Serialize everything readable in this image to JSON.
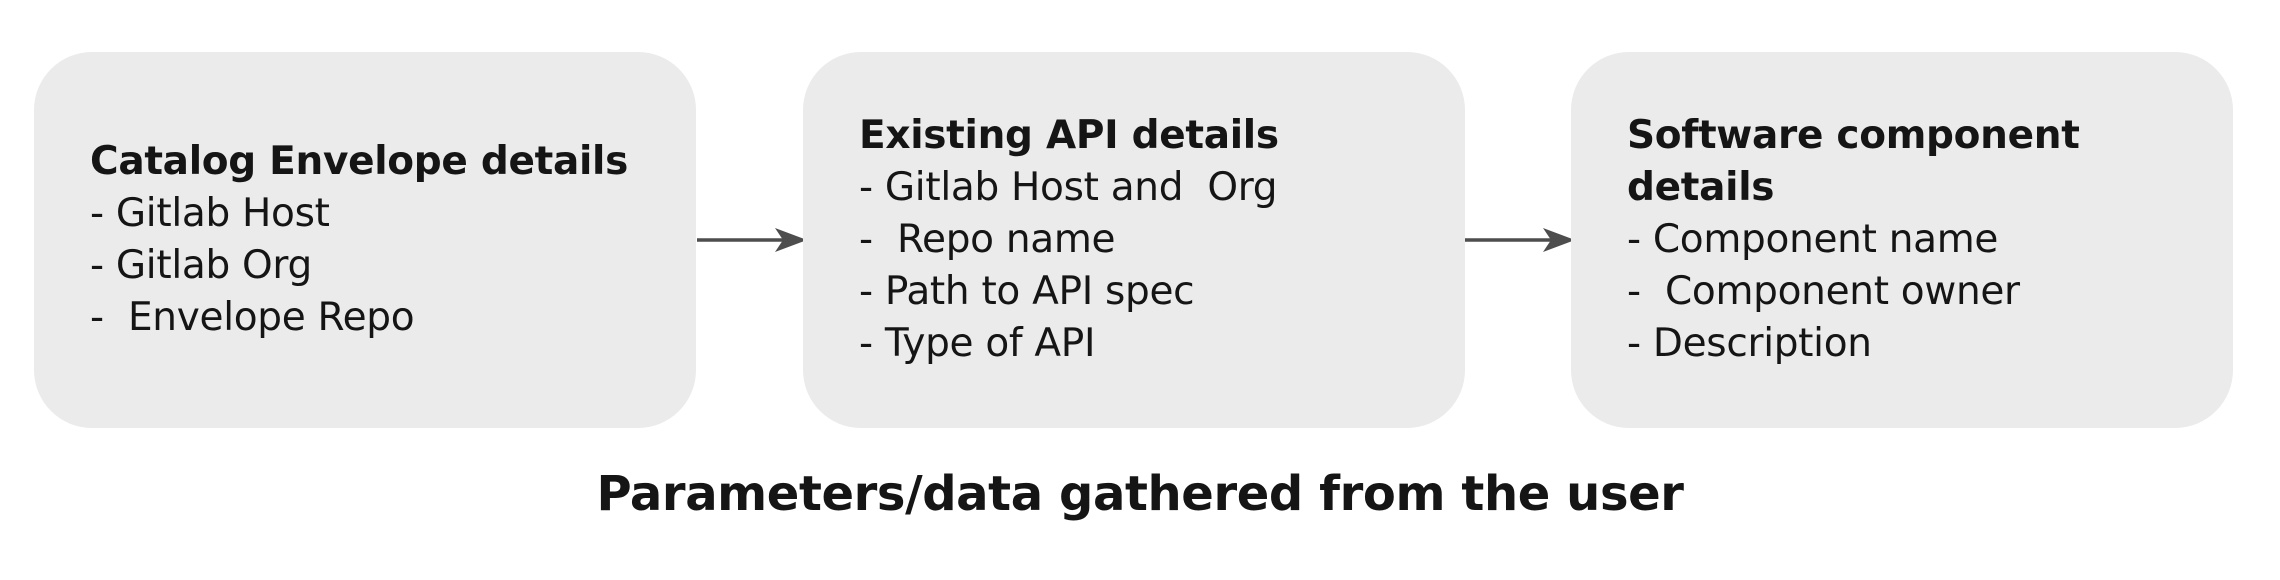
{
  "boxes": [
    {
      "title": "Catalog Envelope details",
      "items": [
        "- Gitlab Host",
        "- Gitlab Org",
        "-  Envelope Repo"
      ]
    },
    {
      "title": "Existing API details",
      "items": [
        "- Gitlab Host and  Org",
        "-  Repo name",
        "- Path to API spec",
        "- Type of API"
      ]
    },
    {
      "title": "Software component details",
      "items": [
        "- Component name",
        "-  Component owner",
        "- Description"
      ]
    }
  ],
  "caption": "Parameters/data gathered from the user",
  "colors": {
    "box_fill": "#ebebeb",
    "arrow": "#4d4d4d",
    "text": "#151515"
  }
}
